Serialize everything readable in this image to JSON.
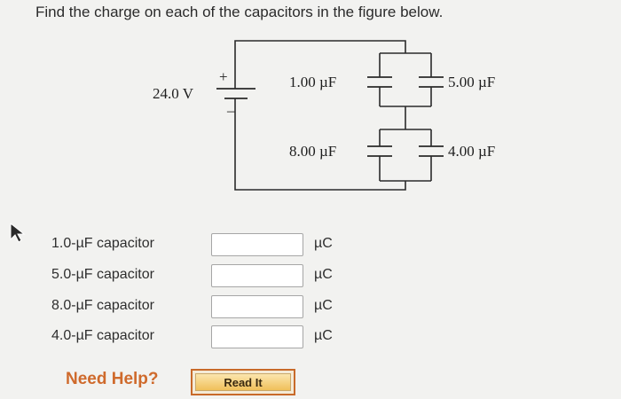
{
  "question": "Find the charge on each of the capacitors in the figure below.",
  "circuit": {
    "battery_voltage": "24.0 V",
    "plus_sign": "+",
    "minus_sign": "–",
    "c1": "1.00 µF",
    "c2": "5.00 µF",
    "c3": "8.00 µF",
    "c4": "4.00 µF"
  },
  "answers": [
    {
      "label": "1.0-µF capacitor",
      "value": "",
      "unit": "µC"
    },
    {
      "label": "5.0-µF capacitor",
      "value": "",
      "unit": "µC"
    },
    {
      "label": "8.0-µF capacitor",
      "value": "",
      "unit": "µC"
    },
    {
      "label": "4.0-µF capacitor",
      "value": "",
      "unit": "µC"
    }
  ],
  "help": {
    "need_help_label": "Need Help?",
    "read_it_label": "Read It"
  },
  "colors": {
    "need_help": "#cf6a2c",
    "read_it_border": "#c86a2a"
  }
}
